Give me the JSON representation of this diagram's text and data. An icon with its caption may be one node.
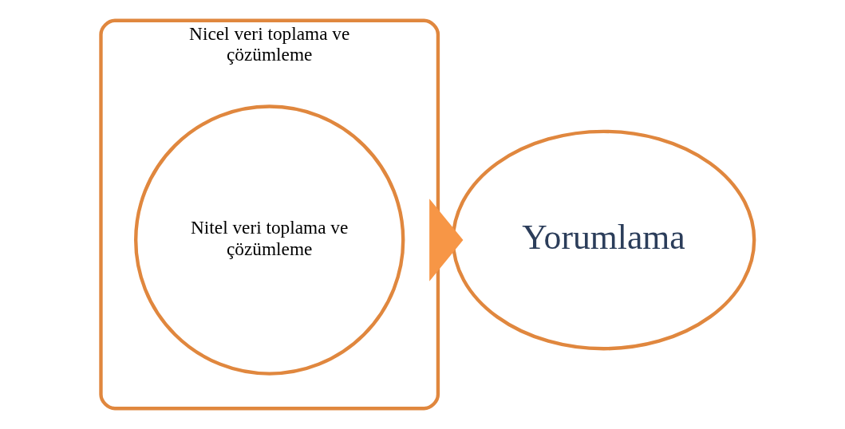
{
  "diagram": {
    "nodes": [
      {
        "text": [
          "Nicel veri toplama ve çözümleme"
        ]
      },
      {
        "text": [
          "Nitel veri toplama ve çözümleme"
        ],
        "in": 0
      },
      {
        "text": [
          "Yorumlama"
        ]
      }
    ],
    "edges": [
      {
        "from": 0,
        "to": 2,
        "arrow": "to",
        "style": "thick"
      }
    ]
  }
}
